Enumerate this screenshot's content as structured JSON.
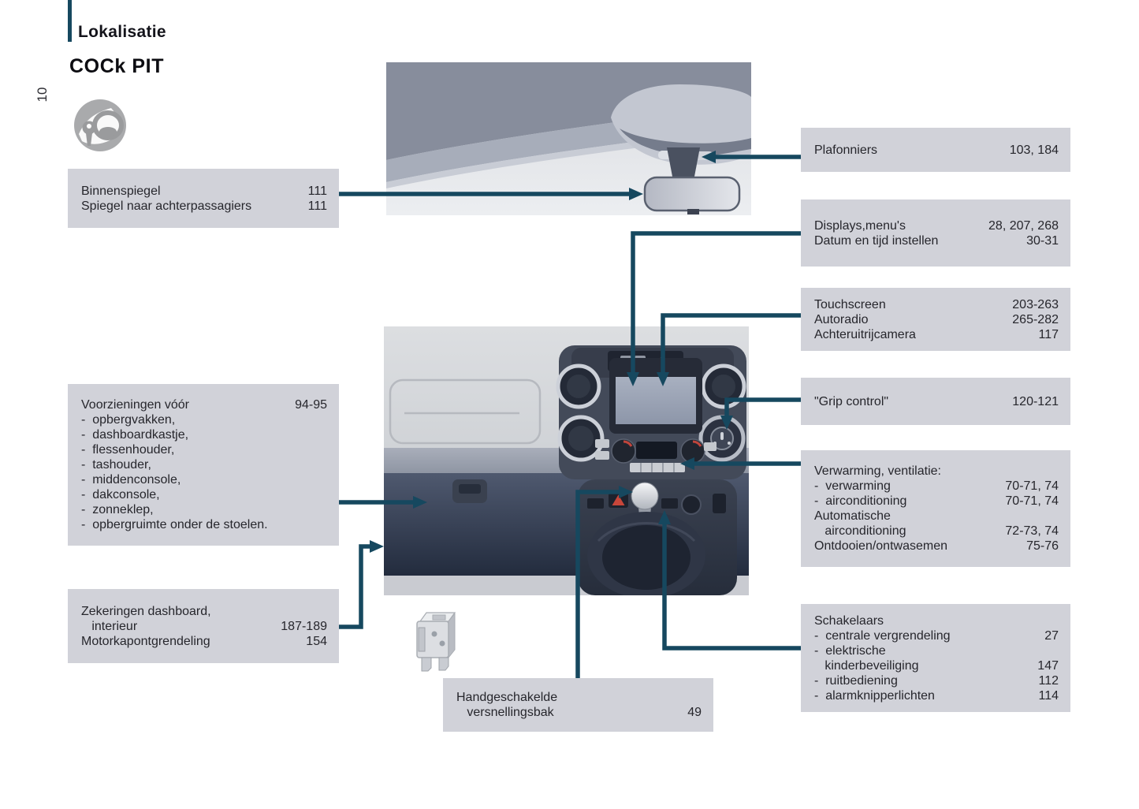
{
  "page": {
    "header": "Lokalisatie",
    "title": "COCk PIT",
    "page_number": "10"
  },
  "colors": {
    "accent_line": "#16485f",
    "box_bg": "#d1d2d9",
    "text": "#26262c"
  },
  "icons": {
    "badge": "steering-wheel-key-icon",
    "fuse": "fuse-illustration"
  },
  "labels": {
    "binnenspiegel": {
      "rows": [
        {
          "text": "Binnenspiegel",
          "value": "111"
        },
        {
          "text": "Spiegel naar achterpassagiers",
          "value": "111"
        }
      ]
    },
    "plafonniers": {
      "rows": [
        {
          "text": "Plafonniers",
          "value": "103, 184"
        }
      ]
    },
    "displays": {
      "rows": [
        {
          "text": "Displays,menu's",
          "value": "28, 207, 268"
        },
        {
          "text": "Datum en tijd instellen",
          "value": "30-31"
        }
      ]
    },
    "touchscreen": {
      "rows": [
        {
          "text": "Touchscreen",
          "value": "203-263"
        },
        {
          "text": "Autoradio",
          "value": "265-282"
        },
        {
          "text": "Achteruitrijcamera",
          "value": "117"
        }
      ]
    },
    "grip_control": {
      "rows": [
        {
          "text": "\"Grip control\"",
          "value": "120-121"
        }
      ]
    },
    "voorzieningen": {
      "rows": [
        {
          "text": "Voorzieningen vóór",
          "value": "94-95"
        },
        {
          "text": "-  opbergvakken,",
          "value": ""
        },
        {
          "text": "-  dashboardkastje,",
          "value": ""
        },
        {
          "text": "-  flessenhouder,",
          "value": ""
        },
        {
          "text": "-  tashouder,",
          "value": ""
        },
        {
          "text": "-  middenconsole,",
          "value": ""
        },
        {
          "text": "-  dakconsole,",
          "value": ""
        },
        {
          "text": "-  zonneklep,",
          "value": ""
        },
        {
          "text": "-  opbergruimte onder de stoelen.",
          "value": ""
        }
      ]
    },
    "verwarming": {
      "rows": [
        {
          "text": "Verwarming, ventilatie:",
          "value": ""
        },
        {
          "text": "-  verwarming",
          "value": "70-71, 74"
        },
        {
          "text": "-  airconditioning",
          "value": "70-71, 74"
        },
        {
          "text": "Automatische",
          "value": ""
        },
        {
          "text": "   airconditioning",
          "value": "72-73, 74"
        },
        {
          "text": "Ontdooien/ontwasemen",
          "value": "75-76"
        }
      ]
    },
    "zekeringen": {
      "rows": [
        {
          "text": "Zekeringen dashboard,",
          "value": ""
        },
        {
          "text": "   interieur",
          "value": "187-189"
        },
        {
          "text": "Motorkapontgrendeling",
          "value": "154"
        }
      ]
    },
    "versnellingsbak": {
      "rows": [
        {
          "text": "Handgeschakelde",
          "value": ""
        },
        {
          "text": "   versnellingsbak",
          "value": "49"
        }
      ]
    },
    "schakelaars": {
      "rows": [
        {
          "text": "Schakelaars",
          "value": ""
        },
        {
          "text": "-  centrale vergrendeling",
          "value": "27"
        },
        {
          "text": "-  elektrische",
          "value": ""
        },
        {
          "text": "   kinderbeveiliging",
          "value": "147"
        },
        {
          "text": "-  ruitbediening",
          "value": "112"
        },
        {
          "text": "-  alarmknipperlichten",
          "value": "114"
        }
      ]
    }
  }
}
